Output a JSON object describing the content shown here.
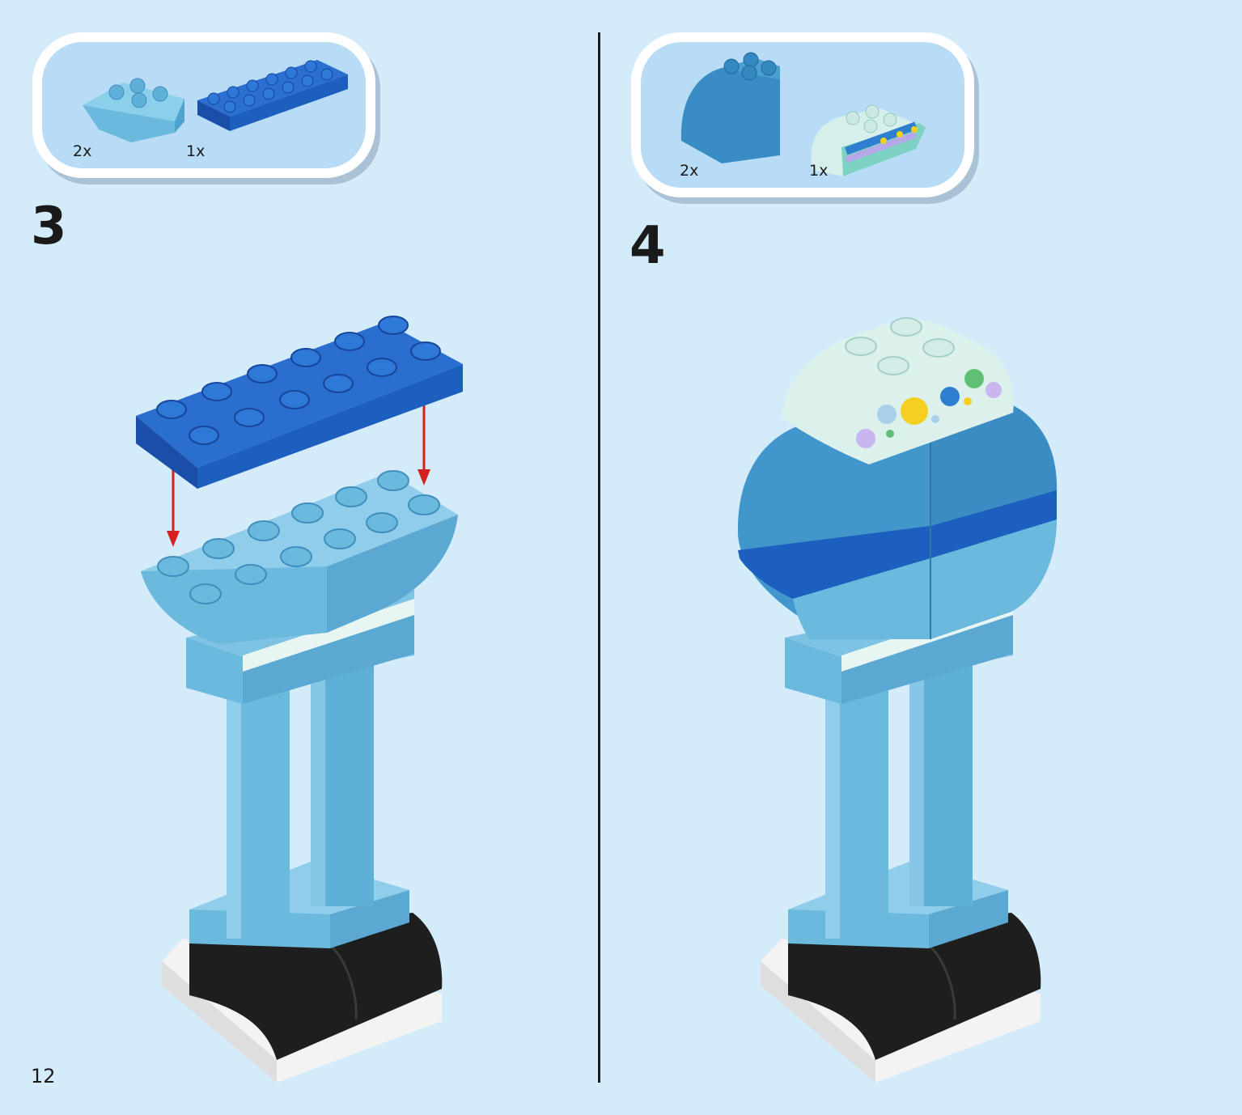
{
  "page": {
    "number": "12"
  },
  "steps": [
    {
      "number": "3",
      "parts": [
        {
          "qty": "2x"
        },
        {
          "qty": "1x"
        }
      ]
    },
    {
      "number": "4",
      "parts": [
        {
          "qty": "2x"
        },
        {
          "qty": "1x"
        }
      ]
    }
  ],
  "colors": {
    "background": "#d4ebfa",
    "parts_box": "#b9dcf6",
    "medium_azure": "#6cb9de",
    "dark_azure": "#4196cc",
    "blue": "#1d5fbf",
    "black": "#1e1e1e",
    "white": "#f2f2f2",
    "arrow": "#d42020"
  }
}
